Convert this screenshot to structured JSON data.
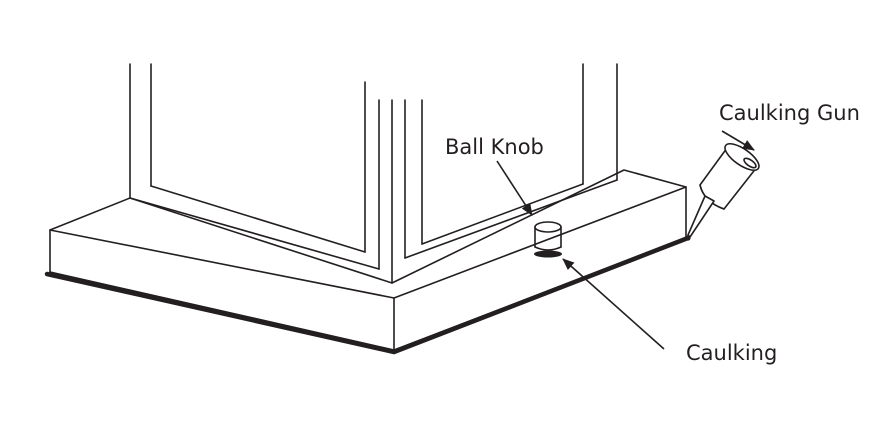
{
  "labels": {
    "ball_knob": "Ball Knob",
    "caulking_gun": "Caulking Gun",
    "caulking": "Caulking"
  },
  "colors": {
    "line": "#231f20",
    "caulk": "#231f20",
    "background": "#ffffff"
  }
}
